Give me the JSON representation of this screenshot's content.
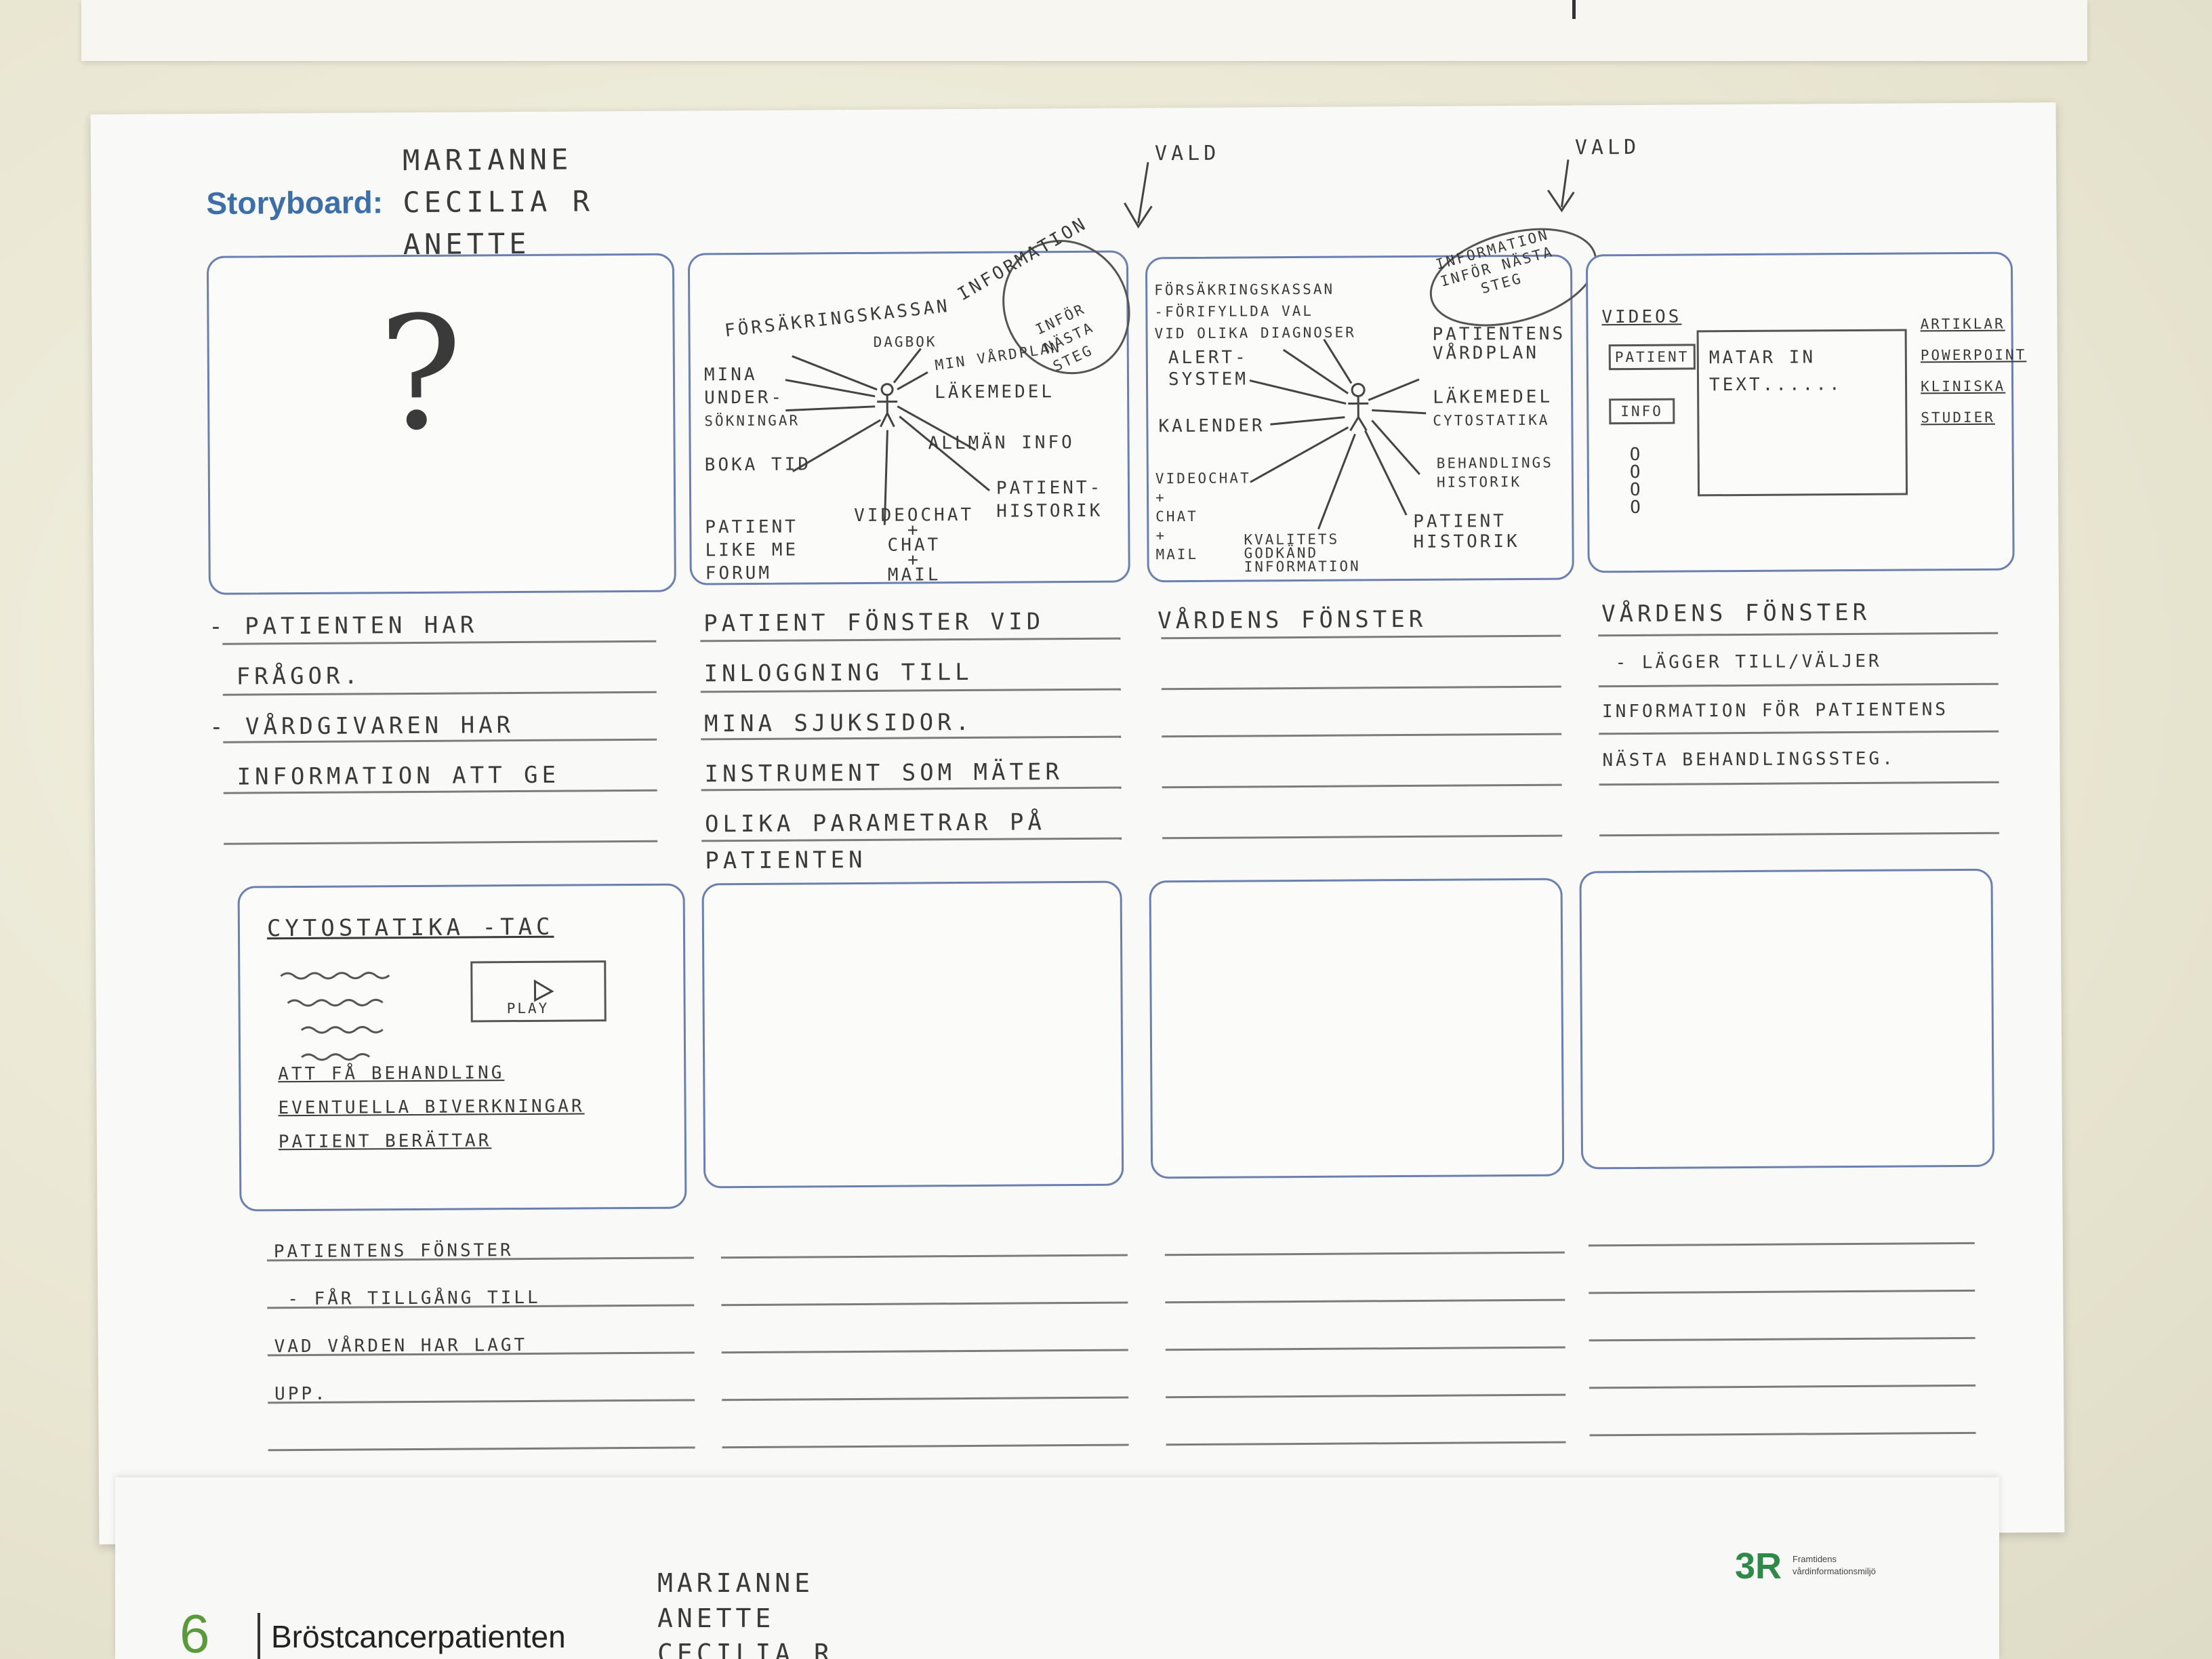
{
  "storyboard": {
    "title": "Storyboard:",
    "authors": [
      "MARIANNE",
      "CECILIA R",
      "ANETTE"
    ],
    "vald": [
      "VALD",
      "VALD"
    ],
    "panel1": {
      "question_mark": "?"
    },
    "panel2": {
      "circle": [
        "INFORMATION",
        "INFÖR",
        "NÄSTA",
        "STEG"
      ],
      "labels": [
        "FÖRSÄKRINGSKASSAN",
        "DAGBOK",
        "MIN VÅRDPLAN",
        "LÄKEMEDEL",
        "ALLMÄN INFO",
        "PATIENT-",
        "HISTORIK",
        "MINA",
        "UNDER-",
        "SÖKNINGAR",
        "BOKA TID",
        "PATIENT",
        "LIKE ME",
        "FORUM",
        "VIDEOCHAT",
        "+",
        "CHAT",
        "+",
        "MAIL"
      ]
    },
    "panel3": {
      "circle": [
        "INFORMATION",
        "INFÖR NÄSTA",
        "STEG"
      ],
      "labels": [
        "FÖRSÄKRINGSKASSAN",
        "-FÖRIFYLLDA VAL",
        "VID OLIKA DIAGNOSER",
        "ALERT-",
        "SYSTEM",
        "KALENDER",
        "VIDEOCHAT",
        "+",
        "CHAT",
        "+",
        "MAIL",
        "KVALITETS",
        "GODKÄND",
        "INFORMATION",
        "PATIENTENS",
        "VÅRDPLAN",
        "LÄKEMEDEL",
        "CYTOSTATIKA",
        "BEHANDLINGS",
        "HISTORIK",
        "PATIENT",
        "HISTORIK"
      ]
    },
    "panel4": {
      "videos": "VIDEOS",
      "btn_patient": "PATIENT",
      "btn_info": "INFO",
      "textbox": [
        "MATAR IN",
        "TEXT......"
      ],
      "side": [
        "ARTIKLAR",
        "POWERPOINT",
        "KLINISKA",
        "STUDIER"
      ]
    },
    "panel5": {
      "title": "CYTOSTATIKA -TAC",
      "play": "PLAY",
      "items": [
        "ATT FÅ BEHANDLING",
        "EVENTUELLA BIVERKNINGAR",
        "PATIENT BERÄTTAR"
      ]
    },
    "captions": {
      "c1": [
        "- PATIENTEN HAR",
        "FRÅGOR.",
        "- VÅRDGIVAREN HAR",
        "INFORMATION ATT GE"
      ],
      "c2": [
        "PATIENT FÖNSTER VID",
        "INLOGGNING TILL",
        "MINA SJUKSIDOR.",
        "INSTRUMENT SOM MÄTER",
        "OLIKA PARAMETRAR PÅ",
        "PATIENTEN"
      ],
      "c3": [
        "VÅRDENS FÖNSTER"
      ],
      "c4": [
        "VÅRDENS FÖNSTER",
        "- LÄGGER TILL/VÄLJER",
        "INFORMATION FÖR PATIENTENS",
        "NÄSTA BEHANDLINGSSTEG."
      ],
      "c5": [
        "PATIENTENS FÖNSTER",
        "- FÅR TILLGÅNG TILL",
        "VAD VÅRDEN HAR LAGT",
        "UPP."
      ]
    }
  },
  "bottom_sheet": {
    "number": "6",
    "title": "Bröstcancerpatienten",
    "authors": [
      "MARIANNE",
      "ANETTE",
      "CECILIA R"
    ],
    "logo": "3R",
    "logo_text": [
      "Framtidens",
      "vårdinformationsmiljö"
    ]
  }
}
